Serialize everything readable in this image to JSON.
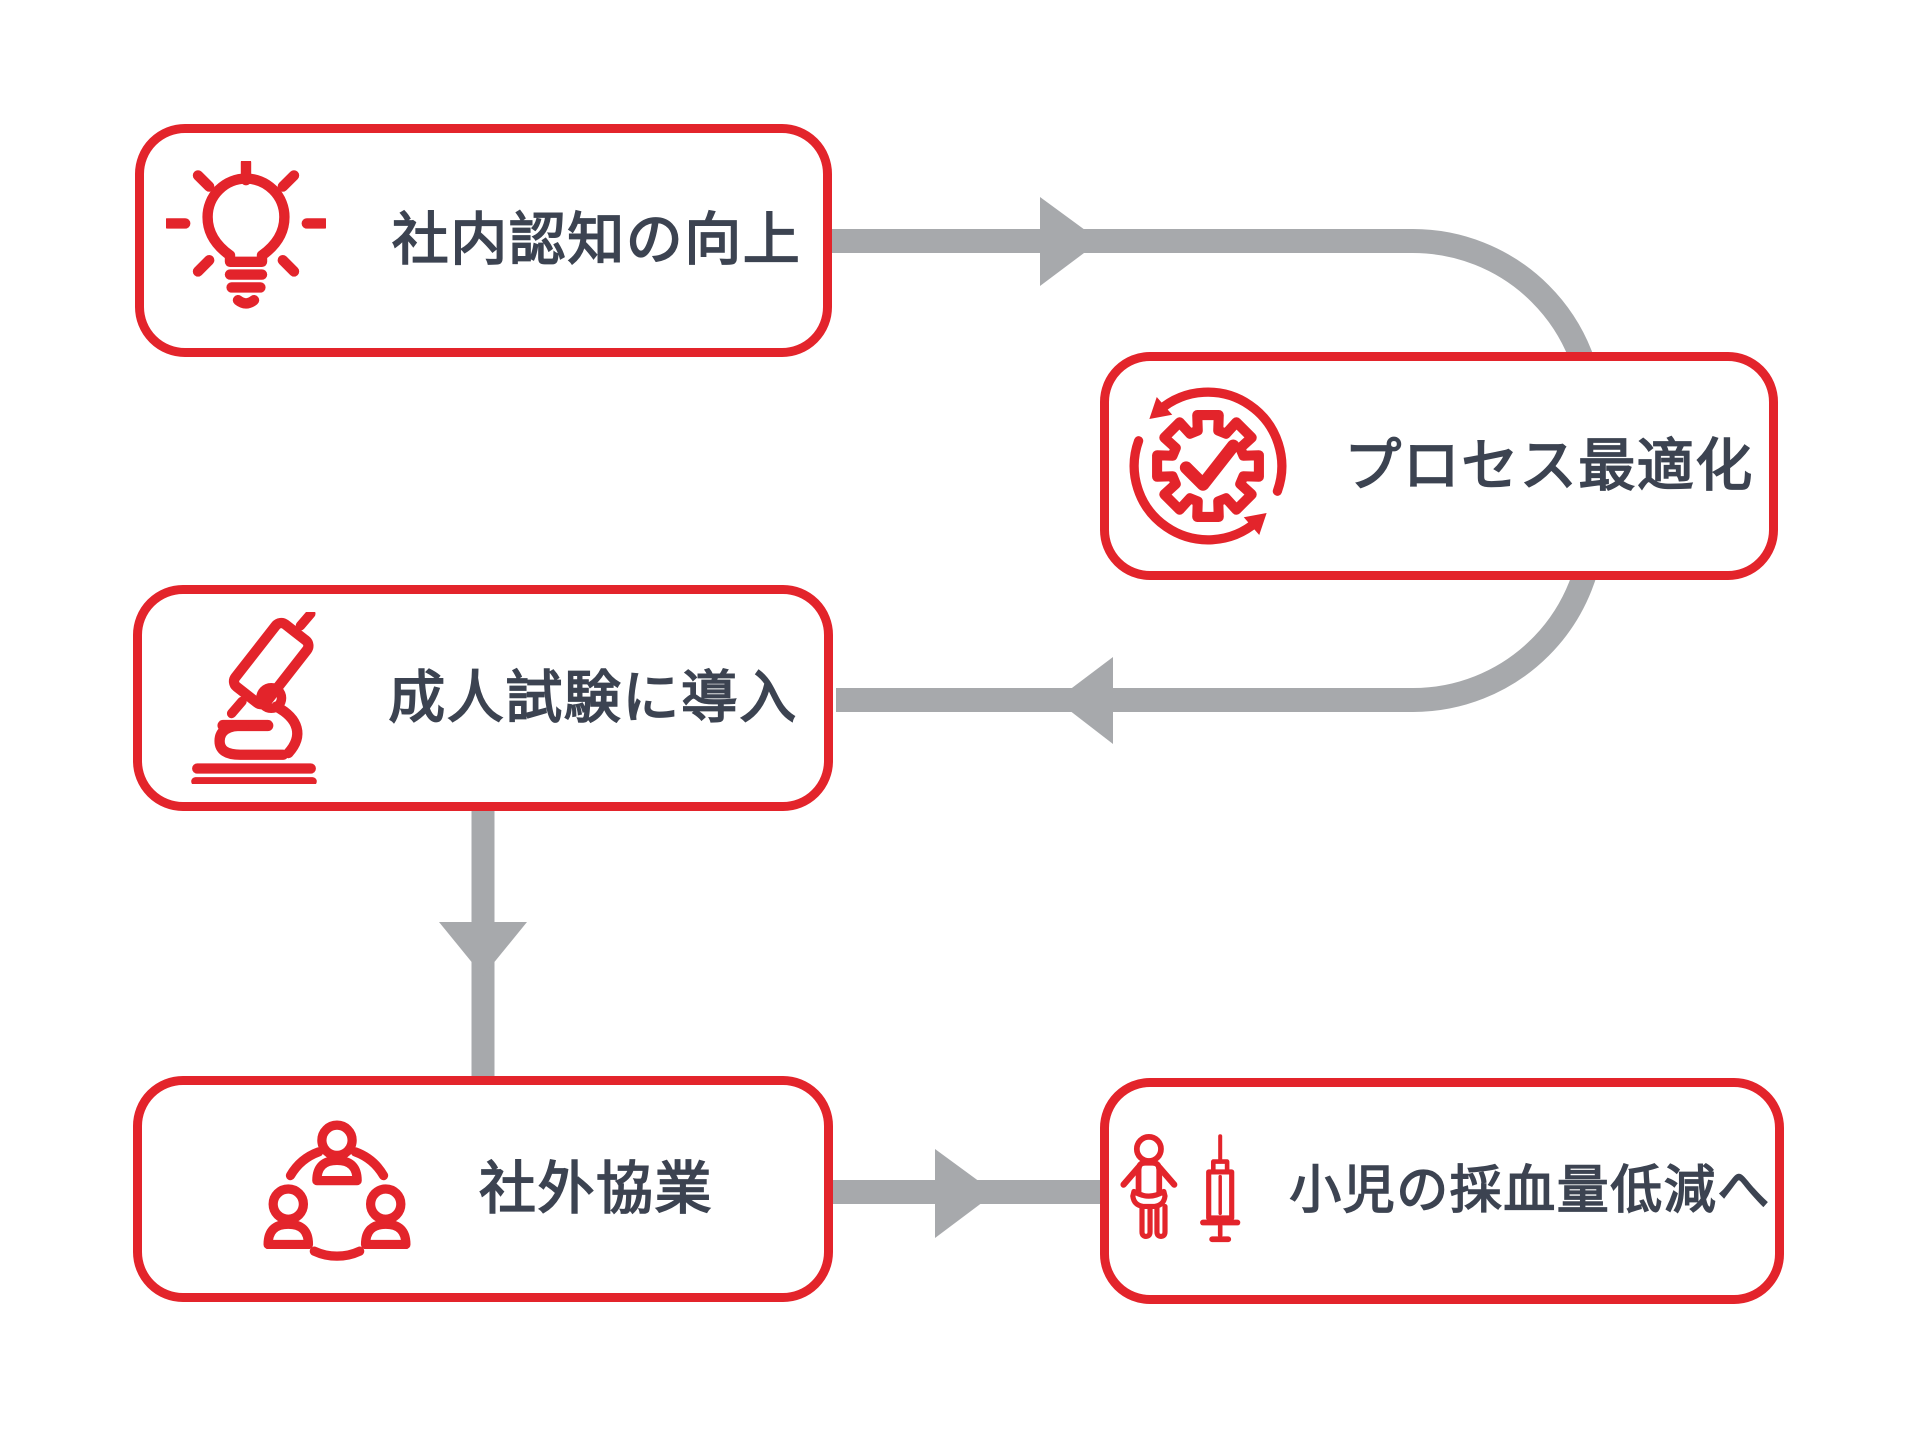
{
  "diagram": {
    "title": "",
    "colors": {
      "accent_red": "#E3242B",
      "arrow_gray": "#A7A9AC",
      "text_color": "#3C4351",
      "background": "#FFFFFF"
    },
    "nodes": [
      {
        "id": "awareness",
        "label": "社内認知の向上",
        "icon": "lightbulb-icon"
      },
      {
        "id": "process",
        "label": "プロセス最適化",
        "icon": "process-optimization-icon"
      },
      {
        "id": "adult-trials",
        "label": "成人試験に導入",
        "icon": "microscope-icon"
      },
      {
        "id": "collaboration",
        "label": "社外協業",
        "icon": "collaboration-icon"
      },
      {
        "id": "pediatric",
        "label": "小児の採血量低減へ",
        "icon": "child-syringe-icon"
      }
    ],
    "connections": [
      {
        "from": "社内認知の向上",
        "to": "プロセス最適化",
        "shape": "right-then-u-turn-behind-box",
        "arrow_direction": "right"
      },
      {
        "from": "プロセス最適化",
        "to": "成人試験に導入",
        "shape": "u-turn-then-left",
        "arrow_direction": "left"
      },
      {
        "from": "成人試験に導入",
        "to": "社外協業",
        "shape": "straight-down",
        "arrow_direction": "down"
      },
      {
        "from": "社外協業",
        "to": "小児の採血量低減へ",
        "shape": "straight-right",
        "arrow_direction": "right"
      }
    ]
  }
}
